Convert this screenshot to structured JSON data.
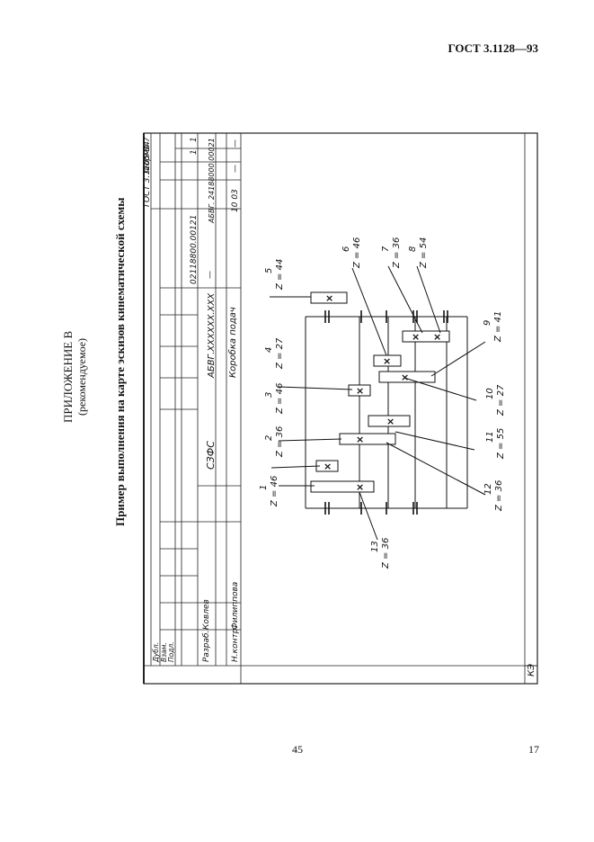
{
  "header": {
    "standard": "ГОСТ 3.1128—93"
  },
  "appendix": {
    "title": "ПРИЛОЖЕНИЕ В",
    "subtitle": "(рекомендуемое)"
  },
  "caption": "Пример выполнения на карте эскизов кинематической схемы",
  "form": {
    "std": "ГОСТ 3.1105-84",
    "form_no": "Форма 7",
    "sheets_a": "1",
    "sheets_b": "1",
    "doc_no_top": "02118800.00121",
    "doc_no_right": "АБВГ. 24188000.00021",
    "code": "10 03",
    "dash1": "—",
    "dash2": "—",
    "dash3": "—",
    "org": "СЗФС",
    "designation": "АБВГ.XXXXXX.XXX",
    "name": "Коробка подач",
    "roles": {
      "dubl": "Дубл.",
      "vzam": "Взам.",
      "podl": "Подл.",
      "razrab": "Разраб.",
      "nkontr": "Н.контр."
    },
    "people": {
      "razrab": "Ковлев",
      "nkontr": "Филиппова"
    },
    "sheet_type": "КЭ"
  },
  "gears": [
    {
      "num": "1",
      "z": "Z = 46"
    },
    {
      "num": "2",
      "z": "Z = 36"
    },
    {
      "num": "3",
      "z": "Z = 46"
    },
    {
      "num": "4",
      "z": "Z = 27"
    },
    {
      "num": "5",
      "z": "Z = 44"
    },
    {
      "num": "6",
      "z": "Z = 46"
    },
    {
      "num": "7",
      "z": "Z = 36"
    },
    {
      "num": "8",
      "z": "Z = 54"
    },
    {
      "num": "9",
      "z": "Z = 41"
    },
    {
      "num": "10",
      "z": "Z = 27"
    },
    {
      "num": "11",
      "z": "Z = 55"
    },
    {
      "num": "12",
      "z": "Z = 36"
    },
    {
      "num": "13",
      "z": "Z = 36"
    }
  ],
  "footer": {
    "page_left": "45",
    "page_right": "17"
  }
}
